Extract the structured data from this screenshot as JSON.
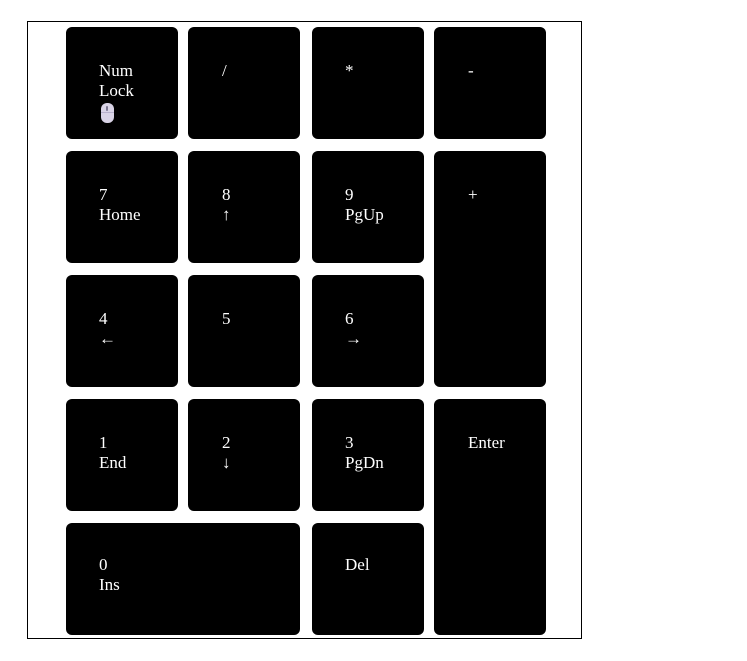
{
  "keypad": {
    "num_lock": {
      "line1": "Num",
      "line2": "Lock",
      "indicator_icon": "mouse-icon"
    },
    "divide": {
      "label": "/"
    },
    "multiply": {
      "label": "*"
    },
    "minus": {
      "label": "-"
    },
    "key7": {
      "digit": "7",
      "alt": "Home"
    },
    "key8": {
      "digit": "8",
      "alt": "↑"
    },
    "key9": {
      "digit": "9",
      "alt": "PgUp"
    },
    "plus": {
      "label": "+"
    },
    "key4": {
      "digit": "4",
      "alt": "←"
    },
    "key5": {
      "digit": "5"
    },
    "key6": {
      "digit": "6",
      "alt": "→"
    },
    "key1": {
      "digit": "1",
      "alt": "End"
    },
    "key2": {
      "digit": "2",
      "alt": "↓"
    },
    "key3": {
      "digit": "3",
      "alt": "PgDn"
    },
    "enter": {
      "label": "Enter"
    },
    "key0": {
      "digit": "0",
      "alt": "Ins"
    },
    "del": {
      "label": "Del"
    }
  },
  "colors": {
    "key_background": "#000000",
    "key_text": "#ffffff",
    "page_background": "#ffffff",
    "indicator": "#d9d3e6"
  }
}
